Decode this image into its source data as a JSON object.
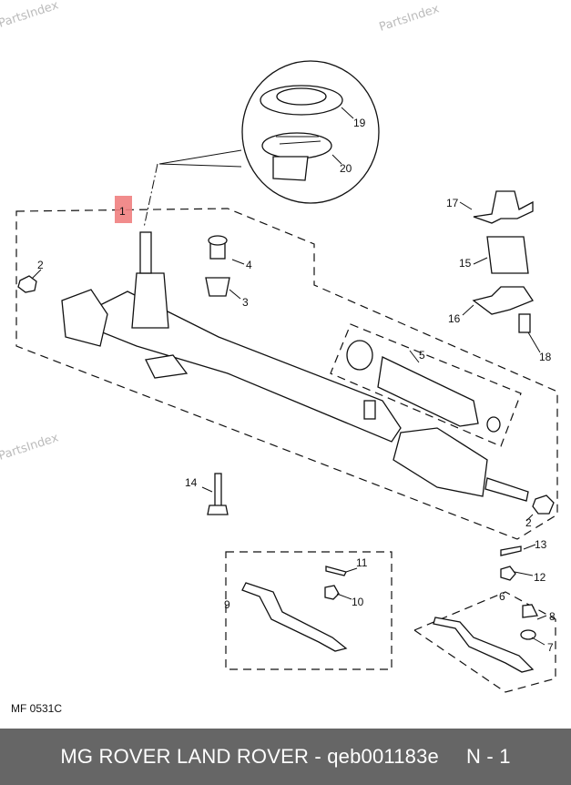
{
  "watermark": "PartsIndex",
  "callouts": {
    "c1": "1",
    "c2a": "2",
    "c2b": "2",
    "c3": "3",
    "c4": "4",
    "c5": "5",
    "c6": "6",
    "c7": "7",
    "c8": "8",
    "c9": "9",
    "c10": "10",
    "c11": "11",
    "c12": "12",
    "c13": "13",
    "c14": "14",
    "c15": "15",
    "c16": "16",
    "c17": "17",
    "c18": "18",
    "c19": "19",
    "c20": "20"
  },
  "highlight_color": "#f08080",
  "figure_code": "MF 0531C",
  "footer": {
    "title": "MG ROVER LAND ROVER - qeb001183e",
    "page": "N - 1"
  }
}
